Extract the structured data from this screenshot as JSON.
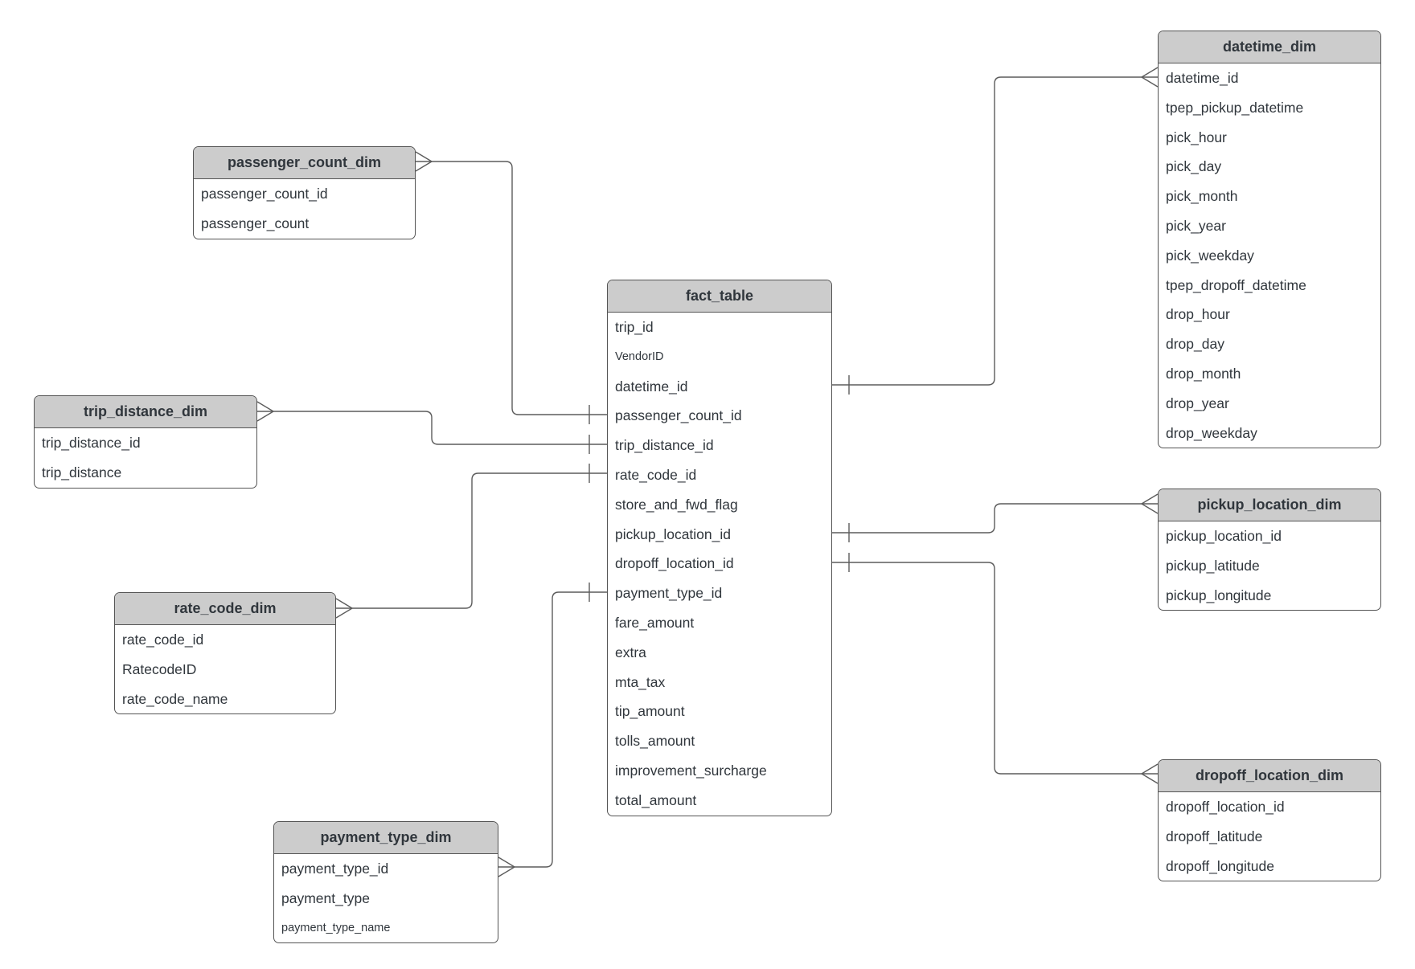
{
  "diagram": {
    "kind": "entity-relationship-diagram",
    "subject": "taxi-trips-star-schema",
    "colors": {
      "background": "#ffffff",
      "header_fill": "#cccccc",
      "border": "#545454",
      "text": "#30363c",
      "connector": "#5c5c5c"
    },
    "tables": [
      {
        "id": "passenger_count_dim",
        "title": "passenger_count_dim",
        "fields": [
          "passenger_count_id",
          "passenger_count"
        ]
      },
      {
        "id": "trip_distance_dim",
        "title": "trip_distance_dim",
        "fields": [
          "trip_distance_id",
          "trip_distance"
        ]
      },
      {
        "id": "rate_code_dim",
        "title": "rate_code_dim",
        "fields": [
          "rate_code_id",
          "RatecodeID",
          "rate_code_name"
        ]
      },
      {
        "id": "payment_type_dim",
        "title": "payment_type_dim",
        "fields": [
          "payment_type_id",
          "payment_type",
          "payment_type_name"
        ]
      },
      {
        "id": "fact_table",
        "title": "fact_table",
        "fields": [
          "trip_id",
          "VendorID",
          "datetime_id",
          "passenger_count_id",
          "trip_distance_id",
          "rate_code_id",
          "store_and_fwd_flag",
          "pickup_location_id",
          "dropoff_location_id",
          "payment_type_id",
          "fare_amount",
          "extra",
          "mta_tax",
          "tip_amount",
          "tolls_amount",
          "improvement_surcharge",
          "total_amount"
        ]
      },
      {
        "id": "datetime_dim",
        "title": "datetime_dim",
        "fields": [
          "datetime_id",
          "tpep_pickup_datetime",
          "pick_hour",
          "pick_day",
          "pick_month",
          "pick_year",
          "pick_weekday",
          "tpep_dropoff_datetime",
          "drop_hour",
          "drop_day",
          "drop_month",
          "drop_year",
          "drop_weekday"
        ]
      },
      {
        "id": "pickup_location_dim",
        "title": "pickup_location_dim",
        "fields": [
          "pickup_location_id",
          "pickup_latitude",
          "pickup_longitude"
        ]
      },
      {
        "id": "dropoff_location_dim",
        "title": "dropoff_location_dim",
        "fields": [
          "dropoff_location_id",
          "dropoff_latitude",
          "dropoff_longitude"
        ]
      }
    ],
    "relationships": [
      {
        "dim_table": "passenger_count_dim",
        "fact_table": "fact_table",
        "fact_field": "passenger_count_id",
        "dim_marker": "many-crows-foot",
        "fact_marker": "one-tick"
      },
      {
        "dim_table": "trip_distance_dim",
        "fact_table": "fact_table",
        "fact_field": "trip_distance_id",
        "dim_marker": "many-crows-foot",
        "fact_marker": "one-tick"
      },
      {
        "dim_table": "rate_code_dim",
        "fact_table": "fact_table",
        "fact_field": "rate_code_id",
        "dim_marker": "many-crows-foot",
        "fact_marker": "one-tick"
      },
      {
        "dim_table": "payment_type_dim",
        "fact_table": "fact_table",
        "fact_field": "payment_type_id",
        "dim_marker": "many-crows-foot",
        "fact_marker": "one-tick"
      },
      {
        "dim_table": "datetime_dim",
        "fact_table": "fact_table",
        "fact_field": "datetime_id",
        "dim_marker": "many-crows-foot",
        "fact_marker": "one-tick"
      },
      {
        "dim_table": "pickup_location_dim",
        "fact_table": "fact_table",
        "fact_field": "pickup_location_id",
        "dim_marker": "many-crows-foot",
        "fact_marker": "one-tick"
      },
      {
        "dim_table": "dropoff_location_dim",
        "fact_table": "fact_table",
        "fact_field": "dropoff_location_id",
        "dim_marker": "many-crows-foot",
        "fact_marker": "one-tick"
      }
    ]
  }
}
